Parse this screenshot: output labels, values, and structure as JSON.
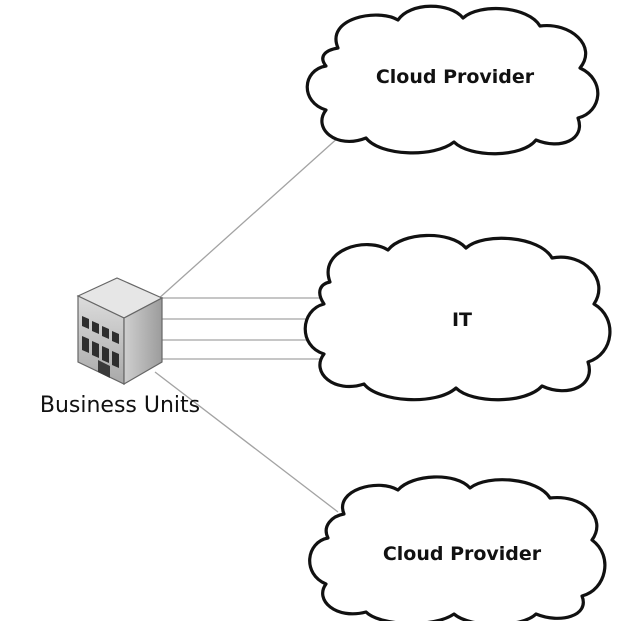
{
  "diagram": {
    "business_units": {
      "label": "Business Units",
      "icon": "office-building-icon"
    },
    "nodes": [
      {
        "id": "cloud-provider-top",
        "label": "Cloud Provider",
        "shape": "cloud"
      },
      {
        "id": "it",
        "label": "IT",
        "shape": "cloud"
      },
      {
        "id": "cloud-provider-bottom",
        "label": "Cloud Provider",
        "shape": "cloud"
      }
    ],
    "connections": [
      {
        "from": "business_units",
        "to": "cloud-provider-top",
        "lines": 1
      },
      {
        "from": "business_units",
        "to": "it",
        "lines": 4
      },
      {
        "from": "business_units",
        "to": "cloud-provider-bottom",
        "lines": 1
      }
    ],
    "colors": {
      "line": "#a3a3a3",
      "cloud_stroke": "#111111",
      "text": "#111111"
    }
  }
}
